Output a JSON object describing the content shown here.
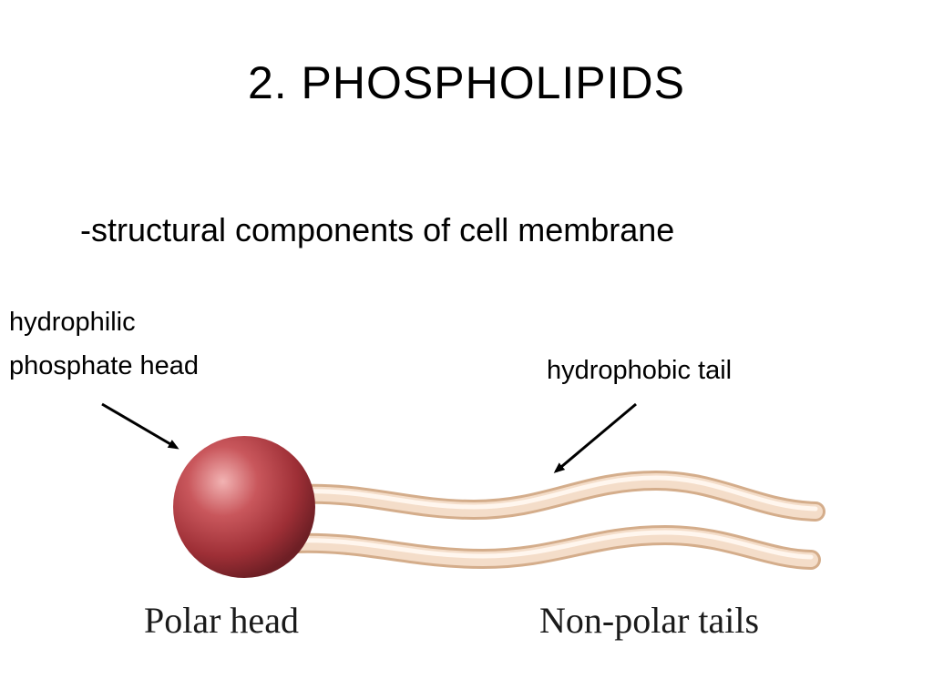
{
  "slide": {
    "title": "2.  PHOSPHOLIPIDS",
    "subtitle": "-structural components of cell membrane"
  },
  "labels": {
    "head_line1": "hydrophilic",
    "head_line2": "phosphate head",
    "tail": "hydrophobic tail"
  },
  "captions": {
    "head": "Polar head",
    "tails": "Non-polar tails"
  },
  "colors": {
    "head_fill": "#a8343b",
    "head_highlight": "#e89a9a",
    "tail_fill": "#f3dcc6",
    "tail_edge": "#d9b391",
    "arrow": "#000000"
  }
}
